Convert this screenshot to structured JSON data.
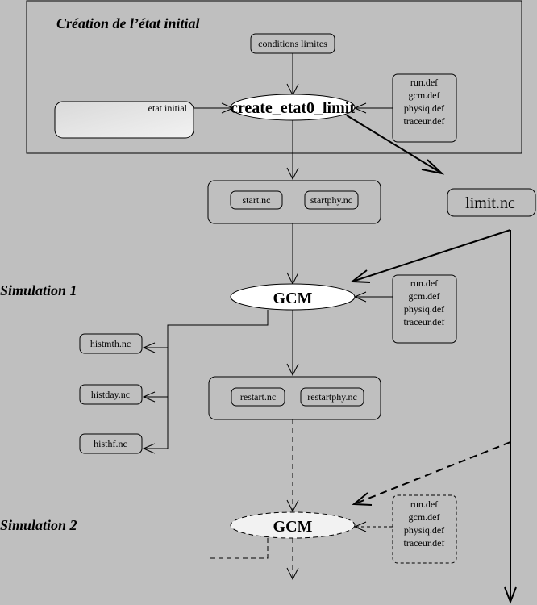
{
  "sections": {
    "creation": "Création de l’état initial",
    "sim1": "Simulation 1",
    "sim2": "Simulation 2"
  },
  "nodes": {
    "conditions_limites": "conditions limites",
    "etat_initial": "etat initial",
    "create_etat0_limit": "create_etat0_limit",
    "gcm1": "GCM",
    "gcm2": "GCM",
    "limit_nc": "limit.nc",
    "start_nc": "start.nc",
    "startphy_nc": "startphy.nc",
    "restart_nc": "restart.nc",
    "restartphy_nc": "restartphy.nc",
    "histmth_nc": "histmth.nc",
    "histday_nc": "histday.nc",
    "histhf_nc": "histhf.nc"
  },
  "def_files": {
    "creation": [
      "run.def",
      "gcm.def",
      "physiq.def",
      "traceur.def"
    ],
    "sim1": [
      "run.def",
      "gcm.def",
      "physiq.def",
      "traceur.def"
    ],
    "sim2": [
      "run.def",
      "gcm.def",
      "physiq.def",
      "traceur.def"
    ]
  },
  "colors": {
    "background": "#bfbfbf",
    "node_fill": "#bfbfbf",
    "ellipse_fill": "#ffffff",
    "etat_initial_fill": "#e6e6e6",
    "stroke": "#000000"
  }
}
